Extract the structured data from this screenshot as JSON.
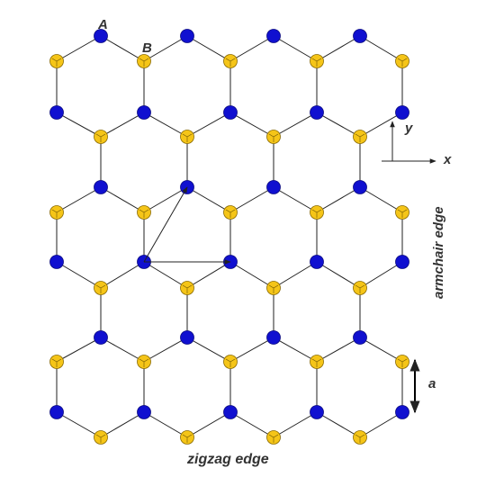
{
  "labels": {
    "site_a": "A",
    "site_b": "B",
    "axis_y": "y",
    "axis_x": "x",
    "armchair_edge": "armchair edge",
    "zigzag_edge": "zigzag edge",
    "lattice_constant": "a"
  },
  "colors": {
    "sublattice_a": "#1010d0",
    "sublattice_b": "#f5c518",
    "bond": "#222222",
    "label": "#333333"
  },
  "lattice": {
    "columns": 4,
    "hexagon_rows": 5,
    "sites": [
      {
        "kind": "A",
        "col": 0,
        "row": 0
      },
      {
        "kind": "A",
        "col": 1,
        "row": 0
      },
      {
        "kind": "A",
        "col": 2,
        "row": 0
      },
      {
        "kind": "A",
        "col": 3,
        "row": 0
      }
    ]
  }
}
